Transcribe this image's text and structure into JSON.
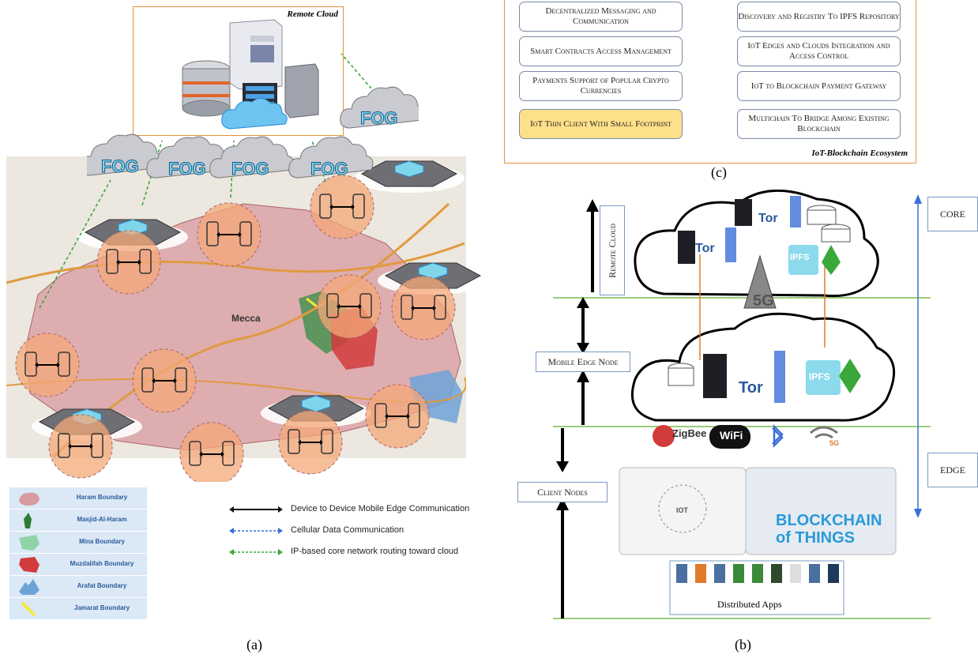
{
  "remote_cloud_title": "Remote Cloud",
  "fog_label": "FOG",
  "map_city_label": "Mecca",
  "legend": [
    {
      "label": "Haram Boundary",
      "color": "#d99aa0"
    },
    {
      "label": "Masjid-Al-Haram",
      "color": "#2e7d32"
    },
    {
      "label": "Mina Boundary",
      "color": "#8fd4a8"
    },
    {
      "label": "Muzdalifah Boundary",
      "color": "#d23b3b"
    },
    {
      "label": "Arafat Boundary",
      "color": "#6fa3d8"
    },
    {
      "label": "Jamarat Boundary",
      "color": "#f4e83a"
    }
  ],
  "key": [
    {
      "label": "Device to Device Mobile Edge Communication",
      "color": "#111111"
    },
    {
      "label": "Cellular Data Communication",
      "color": "#3a6fd8"
    },
    {
      "label": "IP-based core network routing toward cloud",
      "color": "#3aa83a"
    }
  ],
  "ecosystem": {
    "left": [
      "Decentralized Messaging and Communication",
      "Smart Contracts Access Management",
      "Payments Support of Popular Crypto Currencies",
      "IoT Thin Client With Small Footprint"
    ],
    "right": [
      "Discovery and Registry To IPFS Repository",
      "IoT Edges and Clouds Integration and Access Control",
      "IoT to Blockchain Payment Gateway",
      "Multichain To Bridge Among Existing Blockchain"
    ],
    "title": "IoT-Blockchain Ecosystem"
  },
  "arch": {
    "remote_cloud": "Remote Cloud",
    "mobile_edge_node": "Mobile Edge Node",
    "client_nodes": "Client Nodes",
    "core": "CORE",
    "edge": "EDGE",
    "tor": "Tor",
    "ipfs": "IPFS",
    "blockchain": "Blockchain",
    "five_g": "5G",
    "zigbee": "ZigBee",
    "wifi": "WiFi",
    "iot": "IOT",
    "blockchain_of_things": "BLOCKCHAIN of THINGS",
    "distributed_apps": "Distributed Apps"
  },
  "captions": {
    "a": "(a)",
    "b": "(b)",
    "c": "(c)"
  }
}
